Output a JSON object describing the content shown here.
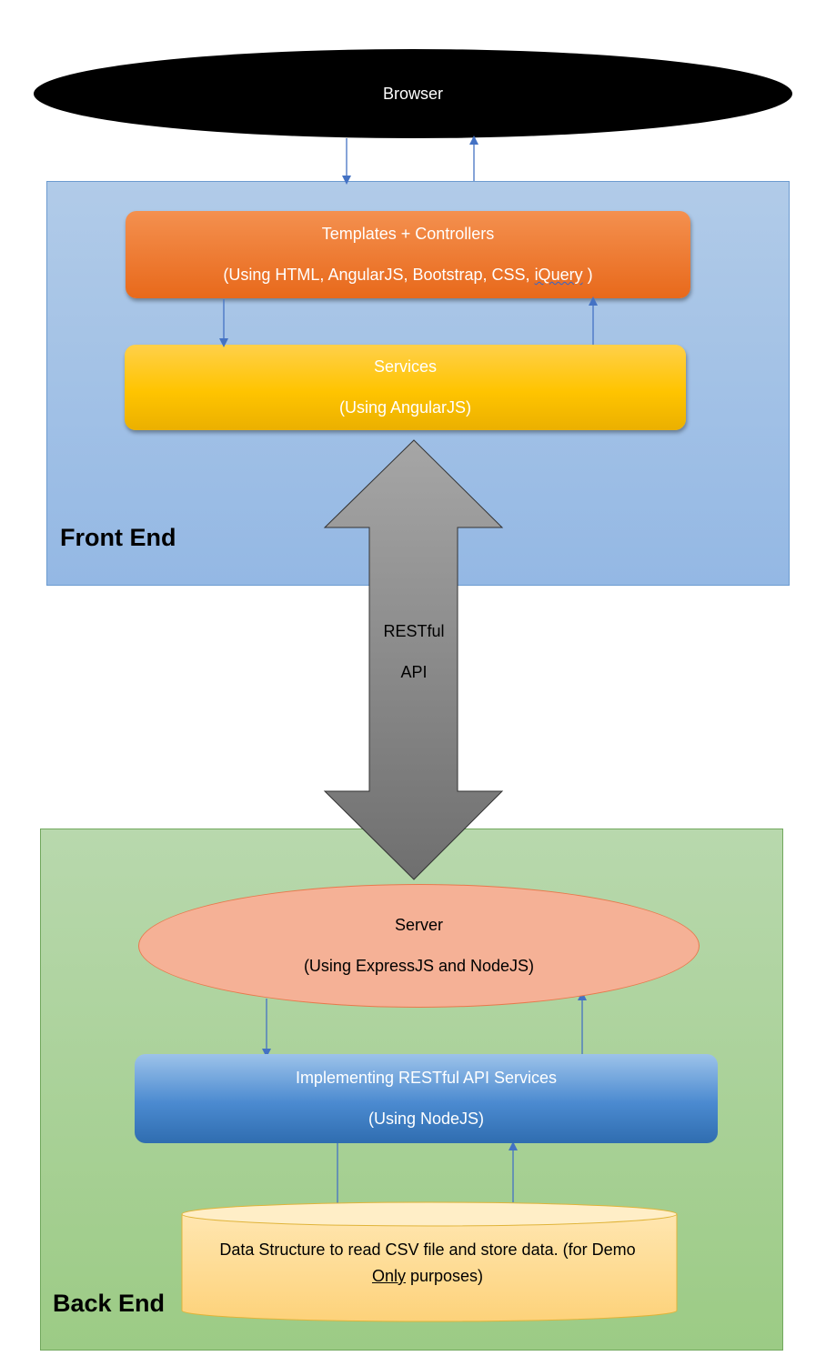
{
  "browser": {
    "label": "Browser"
  },
  "front_end": {
    "label": "Front End",
    "templates": {
      "title": "Templates + Controllers",
      "subtitle_prefix": "(Using HTML, AngularJS, Bootstrap, CSS, ",
      "subtitle_jquery": "iQuery",
      "subtitle_suffix": " )"
    },
    "services": {
      "title": "Services",
      "subtitle": "(Using AngularJS)"
    }
  },
  "api": {
    "line1": "RESTful",
    "line2": "API"
  },
  "back_end": {
    "label": "Back End",
    "server": {
      "title": "Server",
      "subtitle": "(Using ExpressJS and NodeJS)"
    },
    "implementing": {
      "title": "Implementing RESTful API Services",
      "subtitle": "(Using NodeJS)"
    },
    "data_structure": {
      "line1": "Data Structure to read CSV file and store data. (for Demo",
      "line2_underlined": "Only",
      "line2_rest": " purposes)"
    }
  },
  "colors": {
    "arrow_line": "#4472c4",
    "front_panel": "#9dc3e6",
    "back_panel": "#a9d18e",
    "templates": "#ed7d31",
    "services": "#ffc000",
    "server": "#f4b183",
    "implementing": "#5b9bd5",
    "database": "#ffd966"
  }
}
